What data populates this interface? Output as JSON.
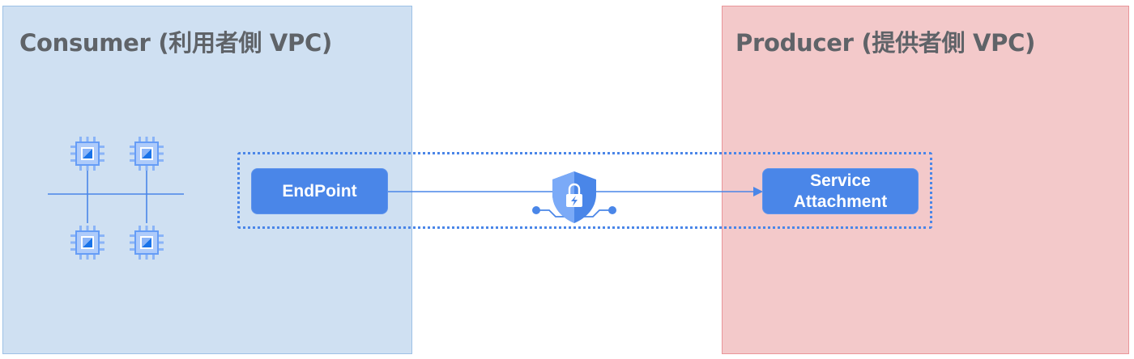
{
  "consumer": {
    "title": "Consumer (利用者側 VPC)",
    "fill_color": "#cfe0f2",
    "border_color": "#9dc1e6"
  },
  "producer": {
    "title": "Producer (提供者側 VPC)",
    "fill_color": "#f3c9ca",
    "border_color": "#e99599"
  },
  "nodes": {
    "endpoint_label": "EndPoint",
    "service_attachment_line1": "Service",
    "service_attachment_line2": "Attachment"
  },
  "icons": {
    "vm_instance": "cpu-chip-icon",
    "secure_connection": "shield-lock-icon"
  },
  "accent_color": "#4a86e8"
}
